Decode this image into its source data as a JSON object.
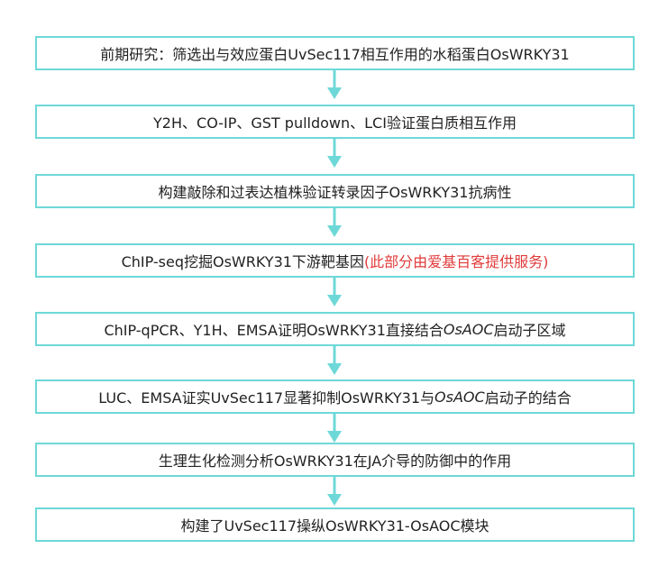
{
  "colors": {
    "border": "#6ed8d8",
    "arrow": "#6ed8d8",
    "text": "#222222",
    "highlight": "#e03a3a"
  },
  "steps": [
    {
      "text": "前期研究：筛选出与效应蛋白UvSec117相互作用的水稻蛋白OsWRKY31"
    },
    {
      "text": "Y2H、CO-IP、GST pulldown、LCI验证蛋白质相互作用"
    },
    {
      "text": "构建敲除和过表达植株验证转录因子OsWRKY31抗病性"
    },
    {
      "text": "ChIP-seq挖掘OsWRKY31下游靶基因",
      "note": "(此部分由爱基百客提供服务)"
    },
    {
      "pre": "ChIP-qPCR、Y1H、EMSA证明OsWRKY31直接结合",
      "italic": "OsAOC",
      "post": "启动子区域"
    },
    {
      "pre": "LUC、EMSA证实UvSec117显著抑制OsWRKY31与",
      "italic": "OsAOC",
      "post": "启动子的结合"
    },
    {
      "text": "生理生化检测分析OsWRKY31在JA介导的防御中的作用"
    },
    {
      "text": "构建了UvSec117操纵OsWRKY31-OsAOC模块"
    }
  ]
}
